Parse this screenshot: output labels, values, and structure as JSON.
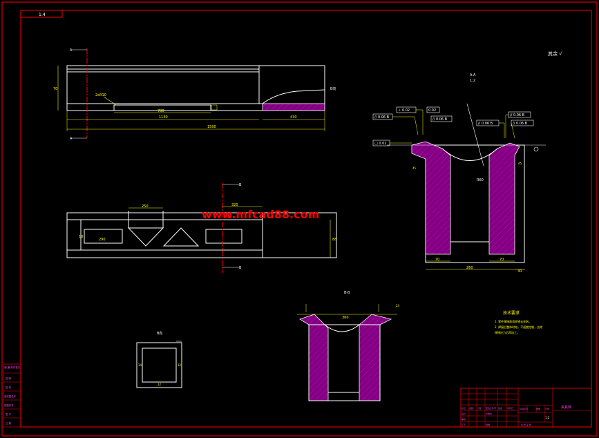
{
  "drawing": {
    "background": "#000000",
    "colors": {
      "frame": "#ff0000",
      "outline": "#ffffff",
      "dimension": "#ffff00",
      "hatch": "#800080",
      "center": "#ff0000",
      "watermark": "#ff0000",
      "green": "#00ff00"
    },
    "scale_box": "1:4",
    "roughness": "其余 √",
    "watermark": "www.mfcad88.com",
    "views": {
      "front": {
        "dims": {
          "height": "70",
          "slot": "780",
          "left_len": "1130",
          "total": "1500",
          "right_len": "430"
        },
        "callout": "2xR10"
      },
      "top": {
        "dims": {
          "top_len": "250",
          "right_top": "320",
          "height": "88",
          "slot": "290",
          "left_h": "10"
        }
      },
      "section_aa": {
        "label": "A-A",
        "scale": "1:2",
        "dims": {
          "bottom_left": "70",
          "bottom_width": "260",
          "bottom_right": "70",
          "right_side": "30",
          "diag": "R60"
        },
        "tolerances": {
          "par_left": "// 0.06 B",
          "flat_left": "□ 0.02",
          "perp_left": "⊥ 0.02",
          "par_center": "// 0.06 B",
          "par_right_top": "// 0.06 B",
          "par_right_mid": "// 0.06 B",
          "par_right_low": "// 0.06 B",
          "flat_center": "0.02"
        }
      },
      "section_bb": {
        "label": "B-B",
        "dims": {
          "top": "360"
        }
      },
      "detail": {
        "label": "B向",
        "dims": {
          "w": "14",
          "h": "12"
        }
      }
    },
    "notes": {
      "title": "技术要求",
      "lines": [
        "1. 零件焊接前须除锈去毛刺。",
        "2. 焊接后整体时效，平面度控制，去除",
        "   焊接应力后再加工。"
      ]
    },
    "left_strip": [
      "借(通)用件登记",
      "描 图",
      "描 校",
      "旧底图总号",
      "底图总号",
      "签 字",
      "日 期"
    ],
    "title_block": {
      "part_name": "夹具体",
      "row_labels": [
        "标记",
        "处数",
        "分区",
        "更改文件号",
        "签名",
        "年月日"
      ],
      "role_labels": [
        "设计",
        "审核",
        "工艺"
      ],
      "std_label": "标准化",
      "approve_label": "批准",
      "stage_label": "阶段标记",
      "weight_label": "重量",
      "scale_label": "比例",
      "scale_value": "1:2",
      "sheet_label": "共  张  第  张"
    }
  }
}
